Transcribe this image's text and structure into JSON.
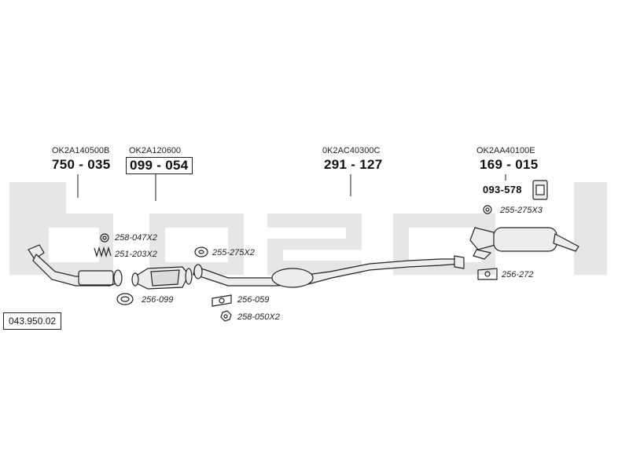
{
  "watermark": "bosal",
  "catalog_number": "043.950.02",
  "parts": [
    {
      "oem": "OK2A140500B",
      "ref": "750 - 035"
    },
    {
      "oem": "OK2A120600",
      "ref": "099 - 054"
    },
    {
      "oem": "0K2AC40300C",
      "ref": "291 - 127"
    },
    {
      "oem": "OK2AA40100E",
      "ref": "169 - 015"
    }
  ],
  "extra_ref": "093-578",
  "accessories": {
    "a1": "258-047X2",
    "a2": "251-203X2",
    "a3": "256-099",
    "a4": "255-275X2",
    "a5": "256-059",
    "a6": "258-050X2",
    "a7": "255-275X3",
    "a8": "256-272"
  },
  "colors": {
    "line": "#222222",
    "watermark": "#e6e6e6",
    "part_fill": "#ededed"
  }
}
